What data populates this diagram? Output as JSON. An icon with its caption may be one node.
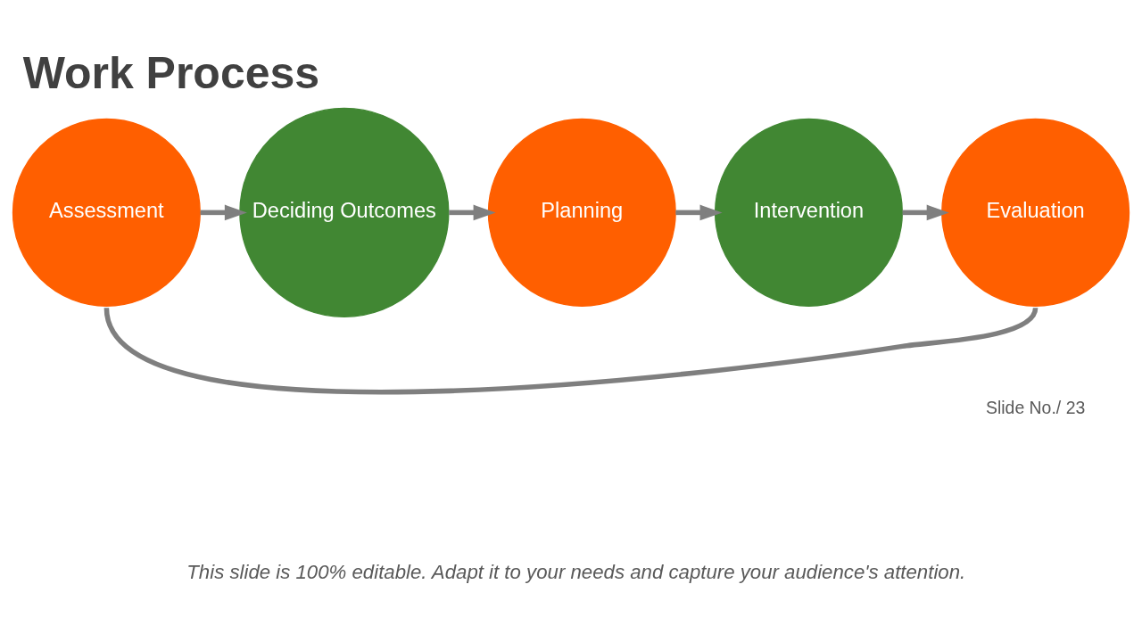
{
  "diagram": {
    "title": "Work Process",
    "caption": "This slide is 100% editable. Adapt it to your needs and capture your audience's attention.",
    "nodes": [
      {
        "text": [
          "Assessment"
        ]
      },
      {
        "text": [
          "Deciding Outcomes"
        ]
      },
      {
        "text": [
          "Planning"
        ]
      },
      {
        "text": [
          "Intervention"
        ]
      },
      {
        "text": [
          "Evaluation"
        ]
      }
    ],
    "edges": [
      {
        "from": 0,
        "to": 1,
        "arrow": "to"
      },
      {
        "from": 1,
        "to": 2,
        "arrow": "to"
      },
      {
        "from": 2,
        "to": 3,
        "arrow": "to"
      },
      {
        "from": 3,
        "to": 4,
        "arrow": "to"
      },
      {
        "from": 4,
        "to": 0,
        "arrow": "none"
      }
    ],
    "labels": [
      "Slide No./ 23"
    ]
  }
}
